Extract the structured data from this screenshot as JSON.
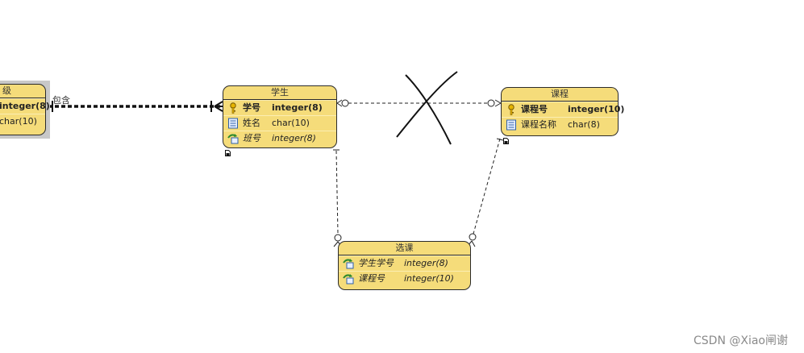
{
  "entities": {
    "class": {
      "title": "级",
      "rows": [
        {
          "name": "",
          "type": "integer(8)",
          "kind": "pk"
        },
        {
          "name": "",
          "type": "char(10)",
          "kind": "attr"
        }
      ]
    },
    "student": {
      "title": "学生",
      "rows": [
        {
          "name": "学号",
          "type": "integer(8)",
          "kind": "pk"
        },
        {
          "name": "姓名",
          "type": "char(10)",
          "kind": "attr"
        },
        {
          "name": "班号",
          "type": "integer(8)",
          "kind": "fk"
        }
      ]
    },
    "course": {
      "title": "课程",
      "rows": [
        {
          "name": "课程号",
          "type": "integer(10)",
          "kind": "pk"
        },
        {
          "name": "课程名称",
          "type": "char(8)",
          "kind": "attr"
        }
      ]
    },
    "enroll": {
      "title": "选课",
      "rows": [
        {
          "name": "学生学号",
          "type": "integer(8)",
          "kind": "fk"
        },
        {
          "name": "课程号",
          "type": "integer(10)",
          "kind": "fk"
        }
      ]
    }
  },
  "relationships": {
    "contains_label": "包含"
  },
  "watermark": "CSDN @Xiao闸谢",
  "colors": {
    "entity_fill": "#f5dc7a",
    "border": "#2b2b2b"
  }
}
